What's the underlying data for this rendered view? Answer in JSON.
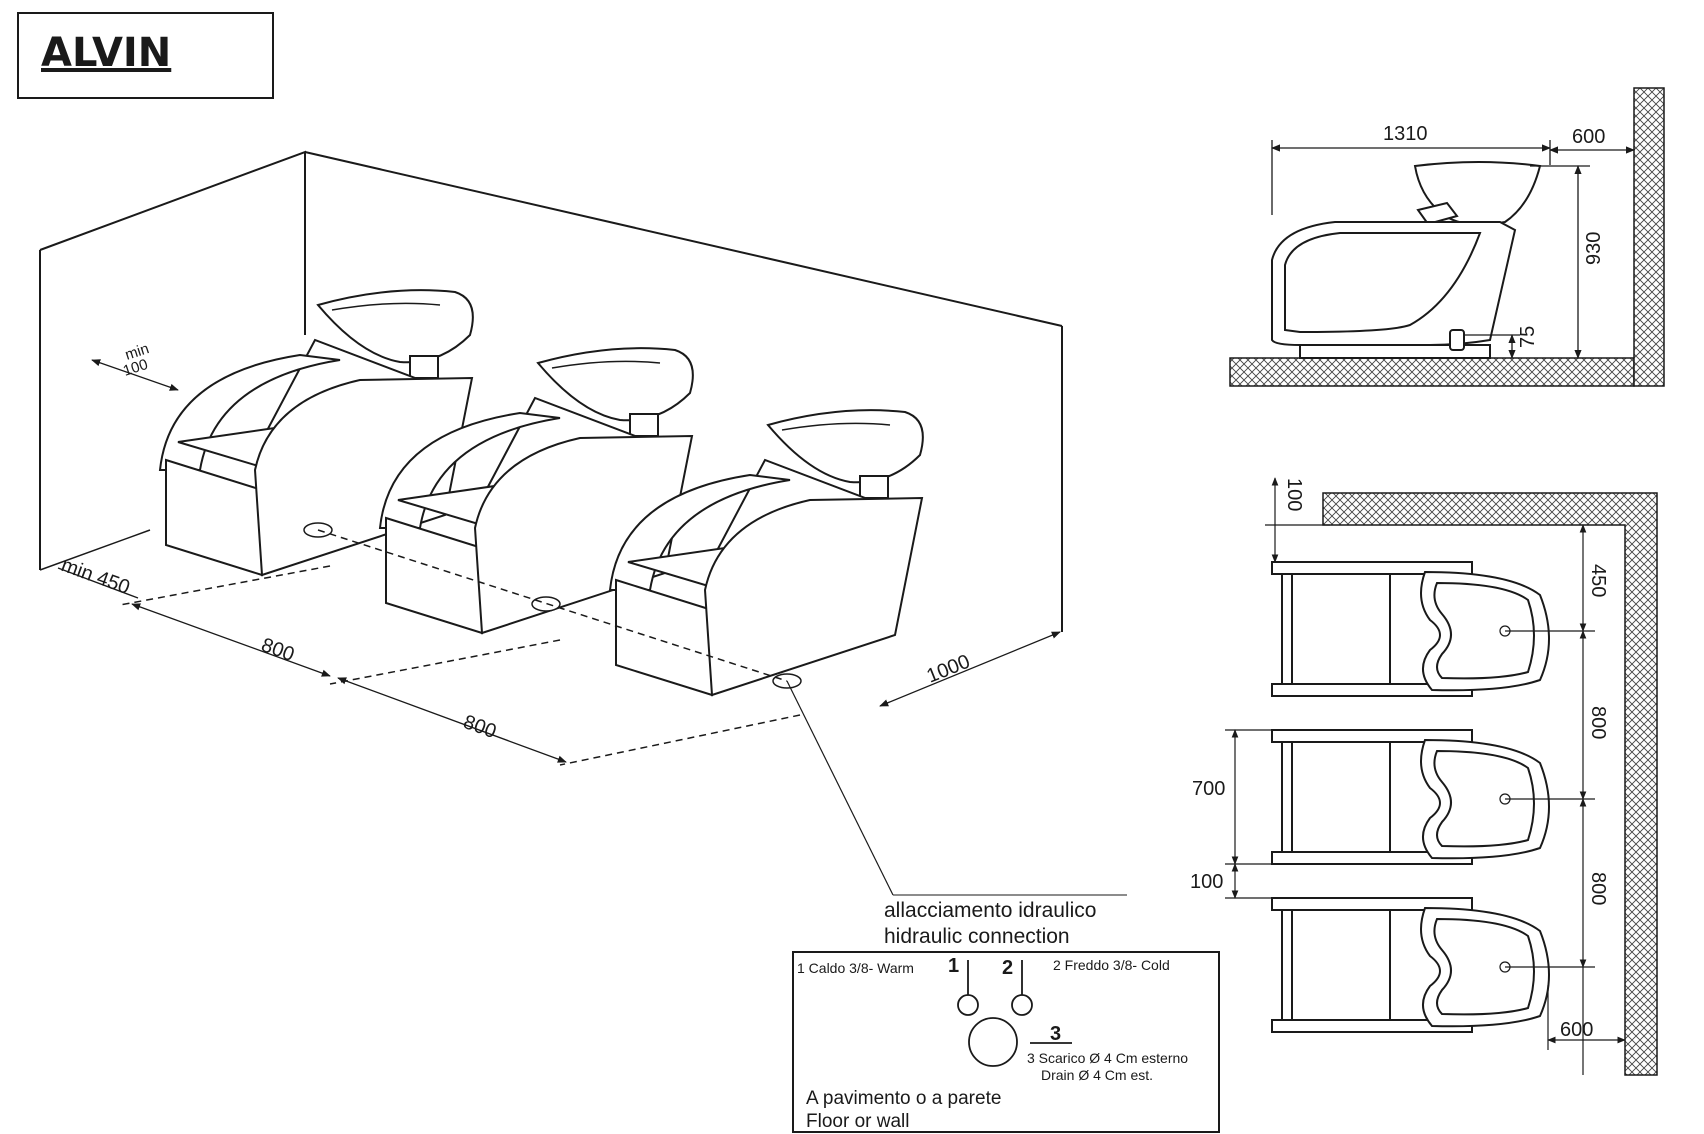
{
  "title": "ALVIN",
  "dims": {
    "min100_a": "min",
    "min100_b": "100",
    "min450": "min 450",
    "d800_a": "800",
    "d800_b": "800",
    "d1000": "1000",
    "side_1310": "1310",
    "side_600": "600",
    "side_930": "930",
    "side_75": "75",
    "plan_100_top": "100",
    "plan_450": "450",
    "plan_800_a": "800",
    "plan_800_b": "800",
    "plan_700": "700",
    "plan_100_mid": "100",
    "plan_600_bottom": "600"
  },
  "connection": {
    "heading_it": "allacciamento idraulico",
    "heading_en": "hidraulic connection",
    "label1": "1",
    "label2": "2",
    "label3": "3",
    "warm": "1 Caldo 3/8- Warm",
    "cold": "2 Freddo 3/8- Cold",
    "drain_it": "3 Scarico Ø 4 Cm esterno",
    "drain_en": "Drain  Ø 4 Cm est.",
    "floor_it": "A pavimento o a parete",
    "floor_en": "Floor or wall"
  }
}
